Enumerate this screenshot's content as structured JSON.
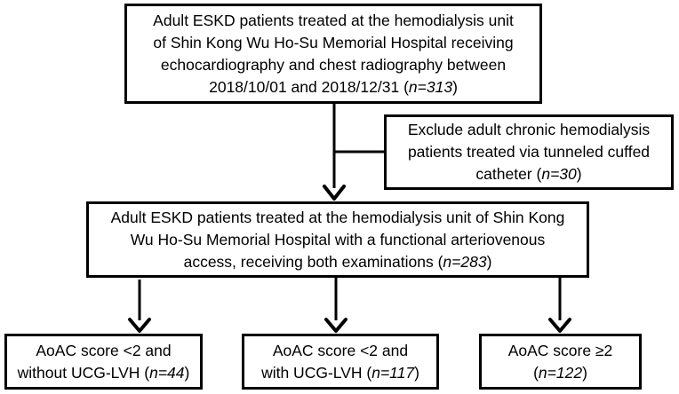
{
  "nodes": {
    "top": {
      "lines": [
        "Adult ESKD patients treated at the hemodialysis unit",
        "of Shin Kong Wu Ho-Su Memorial Hospital receiving",
        "echocardiography and chest radiography between"
      ],
      "last_prefix": "2018/10/01 and 2018/12/31 (",
      "n": "n=313",
      "last_suffix": ")"
    },
    "exclude": {
      "lines": [
        "Exclude adult chronic hemodialysis",
        "patients treated via tunneled cuffed"
      ],
      "last_prefix": "catheter (",
      "n": "n=30",
      "last_suffix": ")"
    },
    "middle": {
      "lines": [
        "Adult ESKD patients treated at the hemodialysis unit of Shin Kong",
        "Wu Ho-Su Memorial Hospital with a functional arteriovenous"
      ],
      "last_prefix": "access, receiving both examinations (",
      "n": "n=283",
      "last_suffix": ")"
    },
    "group1": {
      "line1": "AoAC score <2 and",
      "last_prefix": "without UCG-LVH (",
      "n": "n=44",
      "last_suffix": ")"
    },
    "group2": {
      "line1": "AoAC score <2 and",
      "last_prefix": "with UCG-LVH (",
      "n": "n=117",
      "last_suffix": ")"
    },
    "group3": {
      "line1": "AoAC score ≥2",
      "last_prefix": "(",
      "n": "n=122",
      "last_suffix": ")"
    }
  }
}
